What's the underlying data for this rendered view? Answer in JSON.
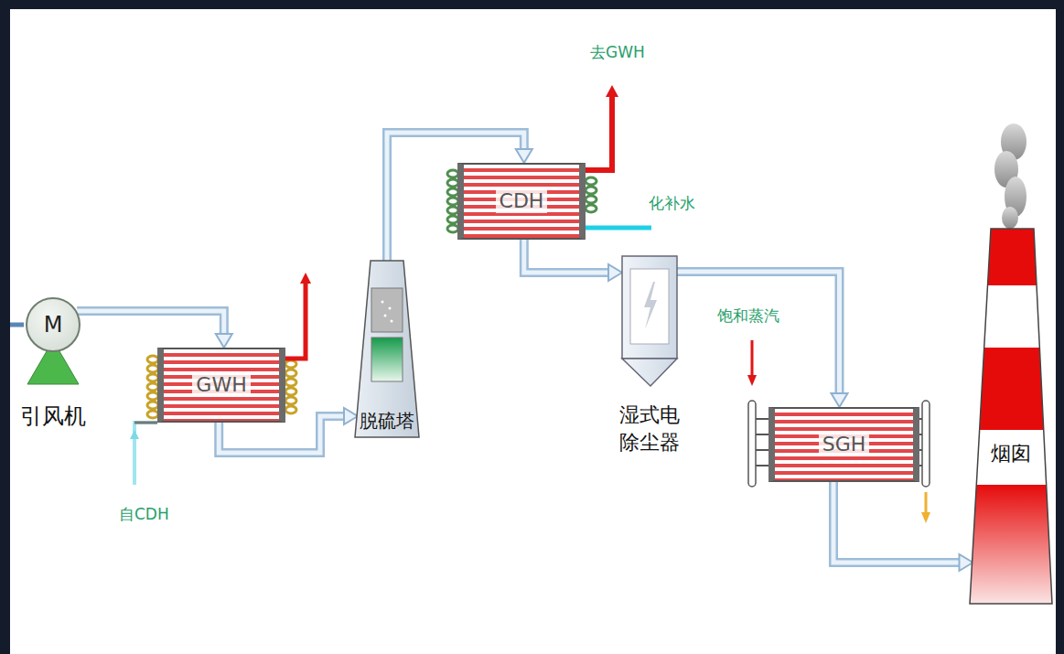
{
  "diagram": {
    "nodes": [
      {
        "text": [
          "M",
          "引风机"
        ]
      },
      {
        "text": [
          "GWH"
        ]
      },
      {
        "text": [
          "脱硫塔"
        ]
      },
      {
        "text": [
          "CDH"
        ]
      },
      {
        "text": [
          "湿式电 除尘器"
        ]
      },
      {
        "text": [
          "SGH"
        ]
      },
      {
        "text": [
          "烟囱"
        ]
      }
    ],
    "edges": [
      {
        "from": 0,
        "to": 1,
        "arrow": "to"
      },
      {
        "from": 1,
        "to": 2,
        "arrow": "to"
      },
      {
        "from": 2,
        "to": 3,
        "arrow": "to"
      },
      {
        "from": 3,
        "to": 4,
        "arrow": "to"
      },
      {
        "from": 4,
        "to": 5,
        "arrow": "to"
      },
      {
        "from": 5,
        "to": 6,
        "arrow": "to"
      }
    ],
    "labels": [
      "去GWH",
      "化补水",
      "饱和蒸汽",
      "自CDH"
    ]
  }
}
